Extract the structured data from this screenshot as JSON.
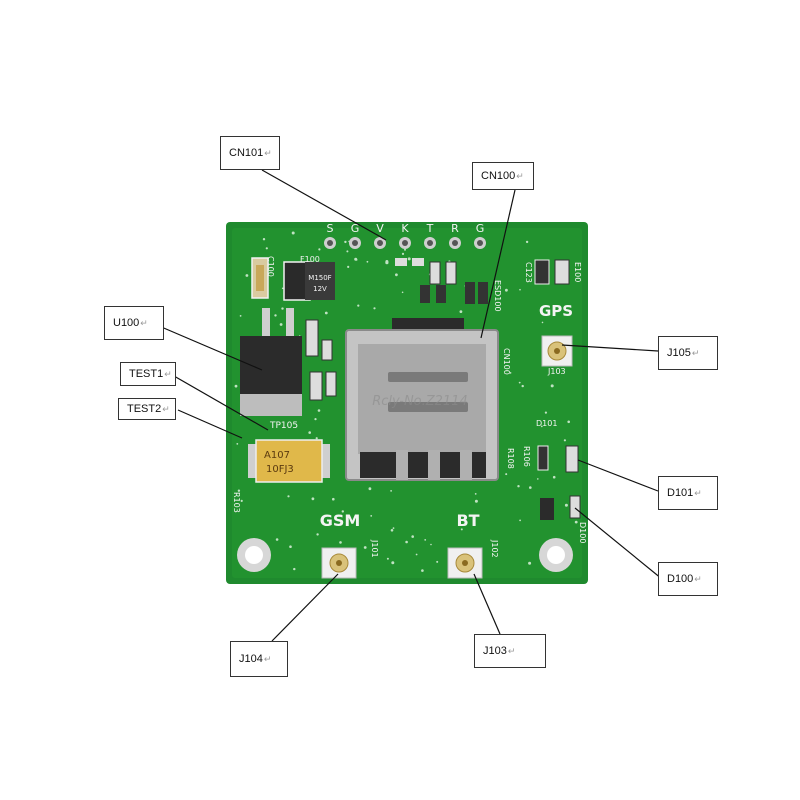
{
  "colors": {
    "board": "#1f8a2e",
    "board_dark": "#16701f",
    "silkscreen": "#f4f4f4",
    "metal": "#b9b9b9",
    "tantalum": "#e0b84a",
    "leader": "#111111"
  },
  "labels": {
    "cn101": "CN101",
    "cn100": "CN100",
    "u100": "U100",
    "test1": "TEST1",
    "test2": "TEST2",
    "j105": "J105",
    "d101": "D101",
    "d100": "D100",
    "j104": "J104",
    "j103": "J103",
    "return_mark": "↵"
  },
  "board_text": {
    "gsm": "GSM",
    "bt": "BT",
    "gps": "GPS",
    "header_pins": [
      "S",
      "G",
      "V",
      "K",
      "T",
      "R",
      "G"
    ],
    "reg_top": "M150F",
    "reg_bottom": "12V",
    "tantalum_top": "A107",
    "tantalum_bottom": "10FJ3",
    "tp105": "TP105",
    "cn100_silk": "CN100",
    "j101_silk": "J101",
    "j102_silk": "J102",
    "j103_silk": "J103",
    "r106": "R106",
    "r108": "R108",
    "c100": "C100",
    "c123": "C123",
    "e100": "E100",
    "f100": "F100",
    "esd100": "ESD100",
    "d101_silk": "D101",
    "d100_silk": "D100",
    "r103": "R103",
    "watermark": "Rcly-No.Z2114"
  }
}
